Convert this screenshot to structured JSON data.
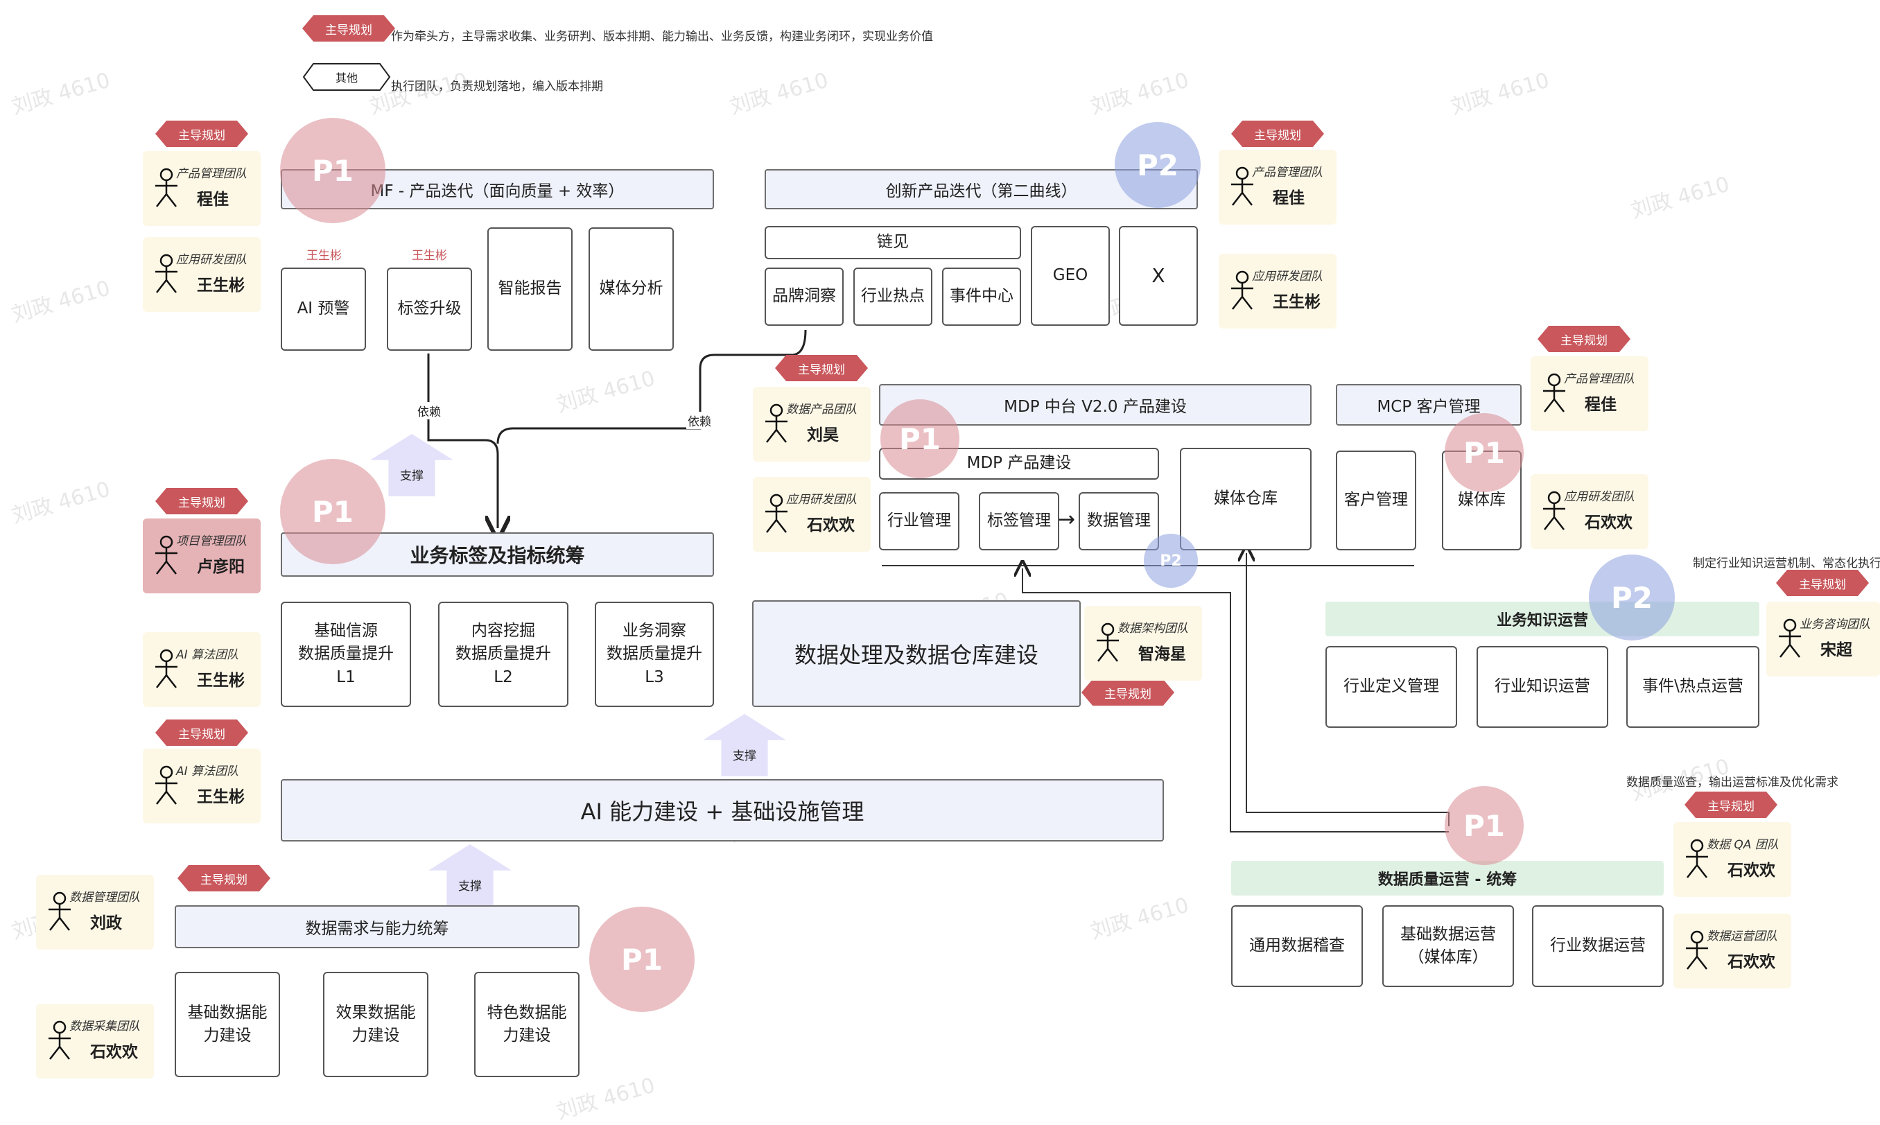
{
  "legend": {
    "lead_tag": "主导规划",
    "lead_desc": "作为牵头方，主导需求收集、业务研判、版本排期、能力输出、业务反馈，构建业务闭环，实现业务价值",
    "other_tag": "其他",
    "other_desc": "执行团队，负责规划落地，编入版本排期"
  },
  "tags": {
    "lead": "主导规划"
  },
  "priority": {
    "p1": "P1",
    "p2": "P2"
  },
  "watermark": "刘政 4610",
  "mf": {
    "title": "MF - 产品迭代（面向质量 + 效率）",
    "owner1": "王生彬",
    "owner2": "王生彬",
    "items": [
      "AI 预警",
      "标签升级",
      "智能报告",
      "媒体分析"
    ]
  },
  "innov": {
    "title": "创新产品迭代（第二曲线）",
    "lianjian": "链见",
    "items": [
      "品牌洞察",
      "行业热点",
      "事件中心",
      "GEO",
      "X"
    ]
  },
  "biz_tag": {
    "title": "业务标签及指标统筹",
    "items": [
      "基础信源\n数据质量提升\nL1",
      "内容挖掘\n数据质量提升\nL2",
      "业务洞察\n数据质量提升\nL3"
    ]
  },
  "mdp": {
    "title": "MDP 中台 V2.0 产品建设",
    "sub_title": "MDP 产品建设",
    "items": [
      "行业管理",
      "标签管理",
      "数据管理"
    ],
    "arrow": "→",
    "warehouse": "媒体仓库"
  },
  "mcp": {
    "title": "MCP 客户管理",
    "items": [
      "客户管理",
      "媒体库"
    ]
  },
  "data_proc": {
    "title": "数据处理及数据仓库建设"
  },
  "ai_infra": {
    "title": "AI 能力建设  +  基础设施管理"
  },
  "data_req": {
    "title": "数据需求与能力统筹",
    "items": [
      "基础数据能\n力建设",
      "效果数据能\n力建设",
      "特色数据能\n力建设"
    ]
  },
  "knowledge": {
    "title": "业务知识运营",
    "note": "制定行业知识运营机制、常态化执行",
    "items": [
      "行业定义管理",
      "行业知识运营",
      "事件\\热点运营"
    ]
  },
  "quality": {
    "title": "数据质量运营 - 统筹",
    "note": "数据质量巡查，输出运营标准及优化需求",
    "items": [
      "通用数据稽查",
      "基础数据运营\n（媒体库）",
      "行业数据运营"
    ]
  },
  "labels": {
    "depend": "依赖",
    "support": "支撑"
  },
  "people": [
    {
      "team": "产品管理团队",
      "name": "程佳"
    },
    {
      "team": "应用研发团队",
      "name": "王生彬"
    },
    {
      "team": "产品管理团队",
      "name": "程佳"
    },
    {
      "team": "应用研发团队",
      "name": "王生彬"
    },
    {
      "team": "数据产品团队",
      "name": "刘昊"
    },
    {
      "team": "应用研发团队",
      "name": "石欢欢"
    },
    {
      "team": "产品管理团队",
      "name": "程佳"
    },
    {
      "team": "应用研发团队",
      "name": "石欢欢"
    },
    {
      "team": "项目管理团队",
      "name": "卢彦阳"
    },
    {
      "team": "AI 算法团队",
      "name": "王生彬"
    },
    {
      "team": "AI 算法团队",
      "name": "王生彬"
    },
    {
      "team": "数据架构团队",
      "name": "智海星"
    },
    {
      "team": "业务咨询团队",
      "name": "宋超"
    },
    {
      "team": "数据管理团队",
      "name": "刘政"
    },
    {
      "team": "数据采集团队",
      "name": "石欢欢"
    },
    {
      "team": "数据 QA 团队",
      "name": "石欢欢"
    },
    {
      "team": "数据运营团队",
      "name": "石欢欢"
    }
  ]
}
